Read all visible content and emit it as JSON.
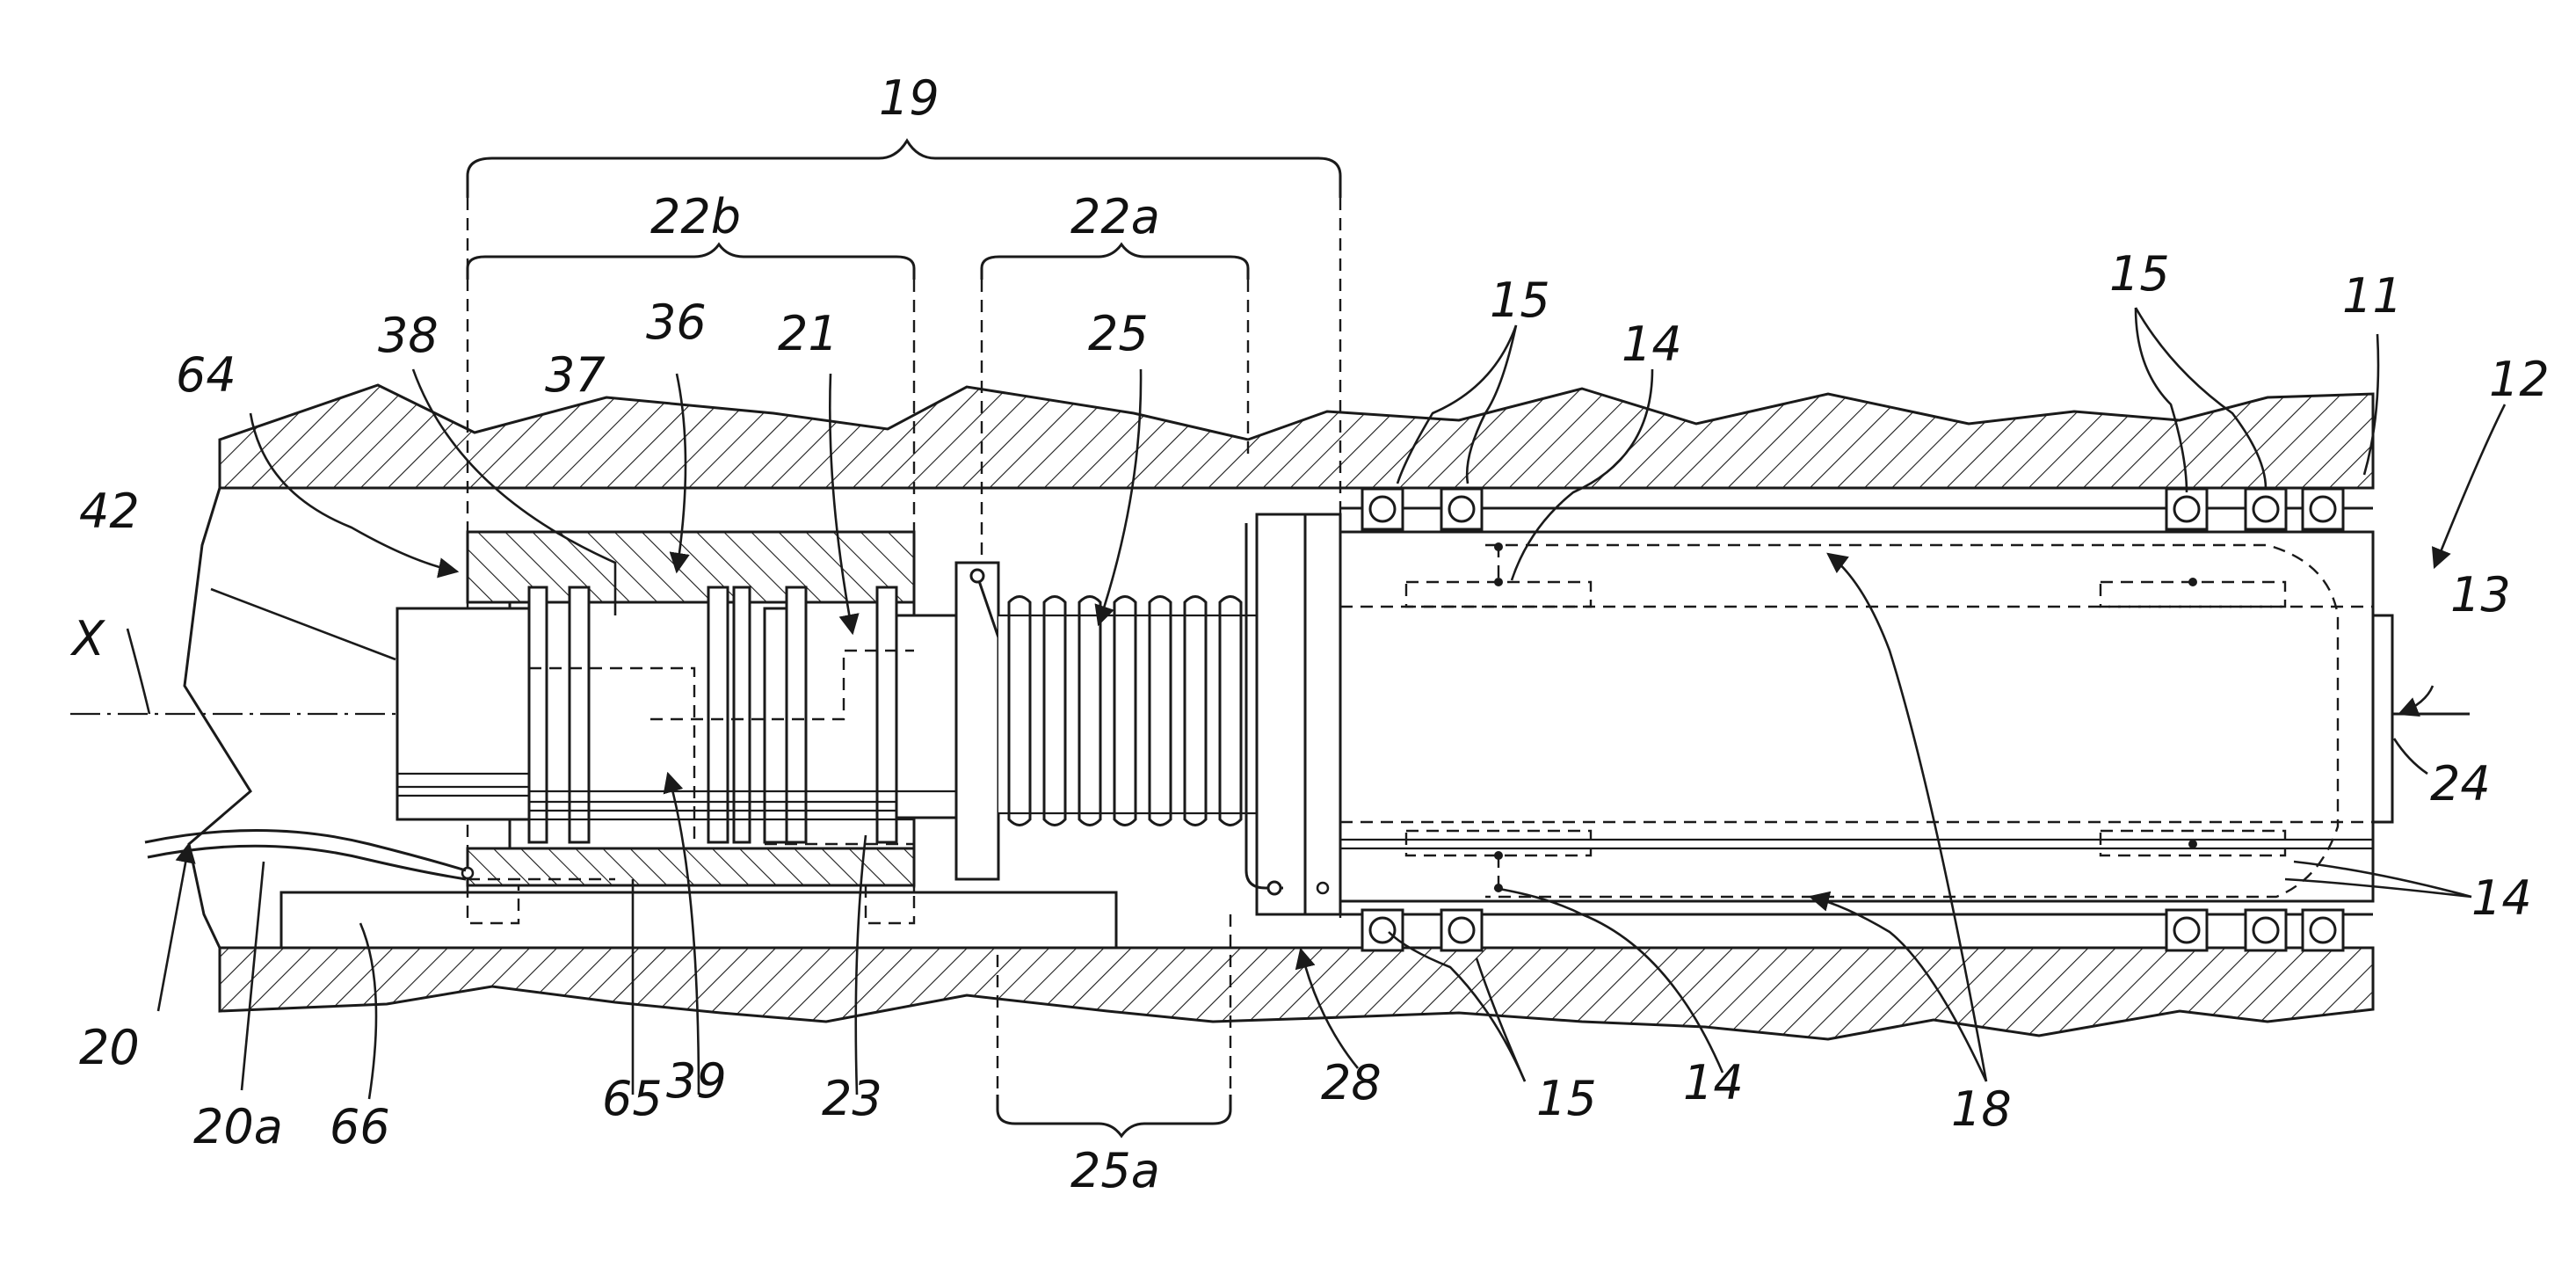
{
  "labels": {
    "l19": "19",
    "l22b": "22b",
    "l22a": "22a",
    "l38": "38",
    "l36": "36",
    "l21": "21",
    "l25": "25",
    "l64": "64",
    "l37": "37",
    "l15a": "15",
    "l14a": "14",
    "l15b": "15",
    "l11": "11",
    "l12": "12",
    "l42": "42",
    "lX": "X",
    "l13": "13",
    "l24": "24",
    "l14b": "14",
    "l20": "20",
    "l20a": "20a",
    "l66": "66",
    "l65": "65",
    "l39": "39",
    "l23": "23",
    "l28": "28",
    "l15c": "15",
    "l14c": "14",
    "l18": "18",
    "l25a": "25a"
  },
  "colors": {
    "ink": "#1a1a1a",
    "paper": "#ffffff"
  }
}
